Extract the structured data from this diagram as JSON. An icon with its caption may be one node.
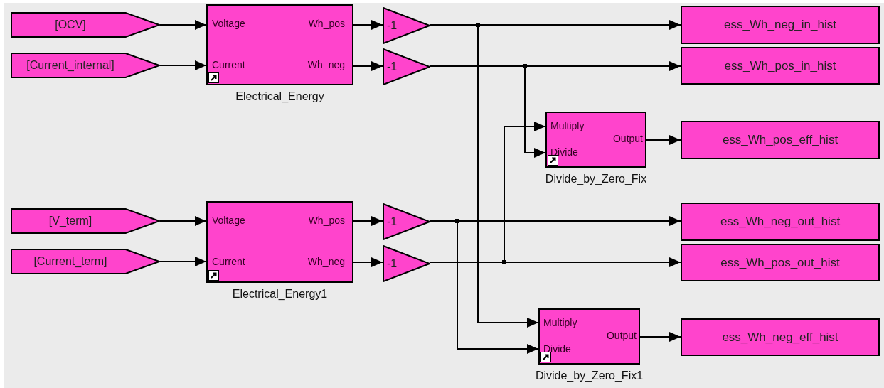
{
  "diagram": {
    "nodes": [
      {
        "text": [
          "[OCV]"
        ]
      },
      {
        "text": [
          "[Current_internal]"
        ]
      },
      {
        "text": [
          "Voltage",
          "Current",
          "Wh_pos",
          "Wh_neg"
        ],
        "beside": [
          "Electrical_Energy"
        ]
      },
      {
        "text": [
          "-1"
        ]
      },
      {
        "text": [
          "-1"
        ]
      },
      {
        "text": [
          "ess_Wh_neg_in_hist"
        ]
      },
      {
        "text": [
          "ess_Wh_pos_in_hist"
        ]
      },
      {
        "text": [
          "Multiply",
          "Divide",
          "Output"
        ],
        "beside": [
          "Divide_by_Zero_Fix"
        ]
      },
      {
        "text": [
          "ess_Wh_pos_eff_hist"
        ]
      },
      {
        "text": [
          "[V_term]"
        ]
      },
      {
        "text": [
          "[Current_term]"
        ]
      },
      {
        "text": [
          "Voltage",
          "Current",
          "Wh_pos",
          "Wh_neg"
        ],
        "beside": [
          "Electrical_Energy1"
        ]
      },
      {
        "text": [
          "-1"
        ]
      },
      {
        "text": [
          "-1"
        ]
      },
      {
        "text": [
          "ess_Wh_neg_out_hist"
        ]
      },
      {
        "text": [
          "ess_Wh_pos_out_hist"
        ]
      },
      {
        "text": [
          "Multiply",
          "Divide",
          "Output"
        ],
        "beside": [
          "Divide_by_Zero_Fix1"
        ]
      },
      {
        "text": [
          "ess_Wh_neg_eff_hist"
        ]
      }
    ],
    "edges": [
      {
        "from": 0,
        "to": 2,
        "arrow": "to"
      },
      {
        "from": 1,
        "to": 2,
        "arrow": "to"
      },
      {
        "from": 2,
        "to": 3,
        "arrow": "to"
      },
      {
        "from": 2,
        "to": 4,
        "arrow": "to"
      },
      {
        "from": 3,
        "to": 5,
        "arrow": "to"
      },
      {
        "from": 4,
        "to": 6,
        "arrow": "to"
      },
      {
        "from": 7,
        "to": 8,
        "arrow": "to"
      },
      {
        "from": 9,
        "to": 11,
        "arrow": "to"
      },
      {
        "from": 10,
        "to": 11,
        "arrow": "to"
      },
      {
        "from": 11,
        "to": 12,
        "arrow": "to"
      },
      {
        "from": 11,
        "to": 13,
        "arrow": "to"
      },
      {
        "from": 12,
        "to": 14,
        "arrow": "to"
      },
      {
        "from": 13,
        "to": 15,
        "arrow": "to"
      },
      {
        "from": 16,
        "to": 17,
        "arrow": "to"
      },
      {
        "from": 3,
        "to": 16,
        "arrow": "to"
      },
      {
        "from": 4,
        "to": 7,
        "arrow": "to"
      },
      {
        "from": 13,
        "to": 7,
        "arrow": "to"
      },
      {
        "from": 12,
        "to": 16,
        "arrow": "to"
      }
    ]
  }
}
